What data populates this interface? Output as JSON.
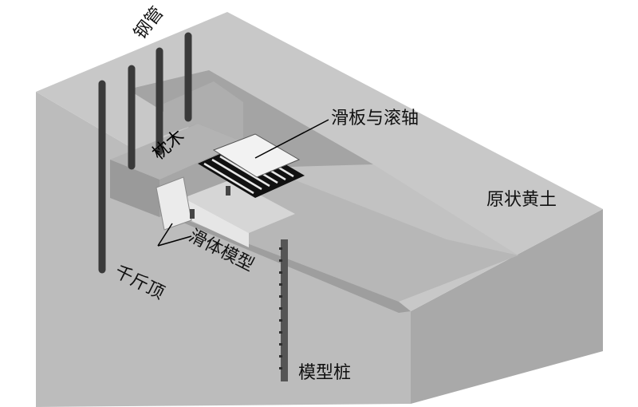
{
  "labels": {
    "steel_pipe": "钢管",
    "sleeper": "枕木",
    "slide_plate": "滑板与滚轴",
    "loess": "原状黄土",
    "slide_model": "滑体模型",
    "jack": "千斤顶",
    "model_pile": "模型桩"
  },
  "colors": {
    "ground_top": "#c9c9c9",
    "ground_right": "#aaaaaa",
    "ground_front": "#bdbdbd",
    "pipe": "#3d3d3d",
    "line": "#000000"
  }
}
